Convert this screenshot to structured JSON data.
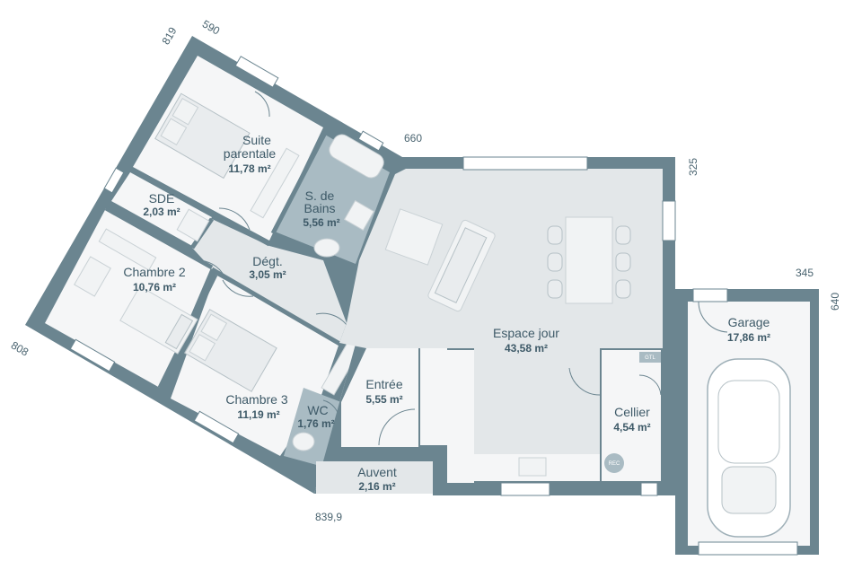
{
  "rooms": {
    "suite": {
      "name_line1": "Suite",
      "name_line2": "parentale",
      "area": "11,78 m²"
    },
    "sde": {
      "name": "SDE",
      "area": "2,03 m²"
    },
    "sbains": {
      "name_line1": "S. de",
      "name_line2": "Bains",
      "area": "5,56 m²"
    },
    "chambre2": {
      "name": "Chambre 2",
      "area": "10,76 m²"
    },
    "degt": {
      "name": "Dégt.",
      "area": "3,05 m²"
    },
    "espace_jour": {
      "name": "Espace jour",
      "area": "43,58 m²"
    },
    "garage": {
      "name": "Garage",
      "area": "17,86 m²"
    },
    "chambre3": {
      "name": "Chambre 3",
      "area": "11,19 m²"
    },
    "entree": {
      "name": "Entrée",
      "area": "5,55 m²"
    },
    "wc": {
      "name": "WC",
      "area": "1,76 m²"
    },
    "cellier": {
      "name": "Cellier",
      "area": "4,54 m²"
    },
    "auvent": {
      "name": "Auvent",
      "area": "2,16 m²"
    }
  },
  "dimensions": {
    "d819": "819",
    "d590": "590",
    "d660": "660",
    "d325": "325",
    "d345": "345",
    "d640": "640",
    "d808": "808",
    "d839": "839,9"
  },
  "tags": {
    "gtl": "GTL",
    "rec": "REC"
  }
}
